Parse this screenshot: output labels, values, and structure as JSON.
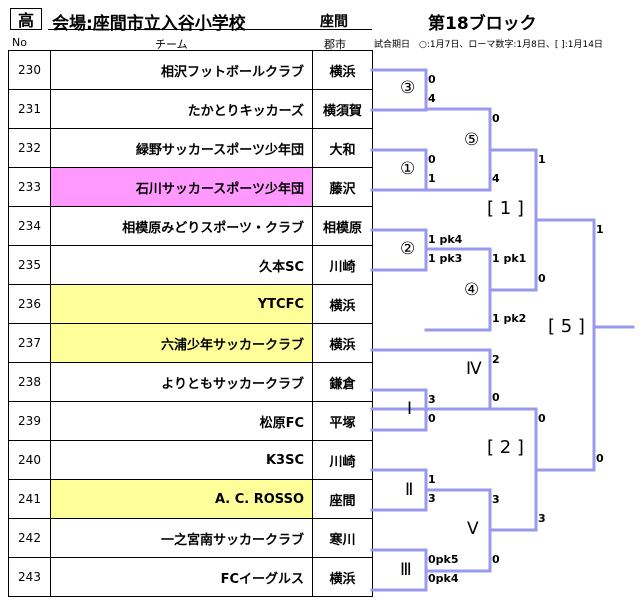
{
  "header": {
    "grade": "高",
    "venue": "会場:座間市立入谷小学校",
    "venue_city_col": "座間",
    "block_title": "第18ブロック",
    "col_no": "No",
    "col_team": "チーム",
    "col_pref": "郡市",
    "legend": "試合期日　○:1月7日、ローマ数字:1月8日、[ ]:1月14日"
  },
  "teams": [
    {
      "no": "230",
      "name": "相沢フットボールクラブ",
      "city": "横浜",
      "highlight": ""
    },
    {
      "no": "231",
      "name": "たかとりキッカーズ",
      "city": "横須賀",
      "highlight": ""
    },
    {
      "no": "232",
      "name": "緑野サッカースポーツ少年団",
      "city": "大和",
      "highlight": ""
    },
    {
      "no": "233",
      "name": "石川サッカースポーツ少年団",
      "city": "藤沢",
      "highlight": "pink"
    },
    {
      "no": "234",
      "name": "相模原みどりスポーツ・クラブ",
      "city": "相模原",
      "highlight": ""
    },
    {
      "no": "235",
      "name": "久本SC",
      "city": "川崎",
      "highlight": ""
    },
    {
      "no": "236",
      "name": "YTCFC",
      "city": "横浜",
      "highlight": "yellow"
    },
    {
      "no": "237",
      "name": "六浦少年サッカークラブ",
      "city": "横浜",
      "highlight": "yellow"
    },
    {
      "no": "238",
      "name": "よりともサッカークラブ",
      "city": "鎌倉",
      "highlight": ""
    },
    {
      "no": "239",
      "name": "松原FC",
      "city": "平塚",
      "highlight": ""
    },
    {
      "no": "240",
      "name": "K3SC",
      "city": "川崎",
      "highlight": ""
    },
    {
      "no": "241",
      "name": "A. C. ROSSO",
      "city": "座間",
      "highlight": "yellow"
    },
    {
      "no": "242",
      "name": "一之宮南サッカークラブ",
      "city": "寒川",
      "highlight": ""
    },
    {
      "no": "243",
      "name": "FCイーグルス",
      "city": "横浜",
      "highlight": ""
    }
  ],
  "bracket": {
    "line_color": "#9999ee",
    "matches": [
      {
        "mark": "③",
        "top": "0",
        "bottom": "4"
      },
      {
        "mark": "①",
        "top": "0",
        "bottom": "1"
      },
      {
        "mark": "②",
        "top": "1 pk4",
        "bottom": "1 pk3"
      },
      {
        "mark": "⑤",
        "top": "0",
        "bottom": "4"
      },
      {
        "mark": "④",
        "top": "1 pk1",
        "bottom": "1 pk2"
      },
      {
        "mark": "[ 1 ]",
        "top": "1",
        "bottom": "0"
      },
      {
        "mark": "Ⅰ",
        "top": "3",
        "bottom": "0"
      },
      {
        "mark": "Ⅳ",
        "top": "2",
        "bottom": "0"
      },
      {
        "mark": "Ⅱ",
        "top": "1",
        "bottom": "3"
      },
      {
        "mark": "Ⅲ",
        "top": "0pk5",
        "bottom": "0pk4"
      },
      {
        "mark": "Ⅴ",
        "top": "3",
        "bottom": "0"
      },
      {
        "mark": "[ 2 ]",
        "top": "0",
        "bottom": "3"
      },
      {
        "mark": "[ 5 ]",
        "top": "1",
        "bottom": "0"
      }
    ]
  }
}
